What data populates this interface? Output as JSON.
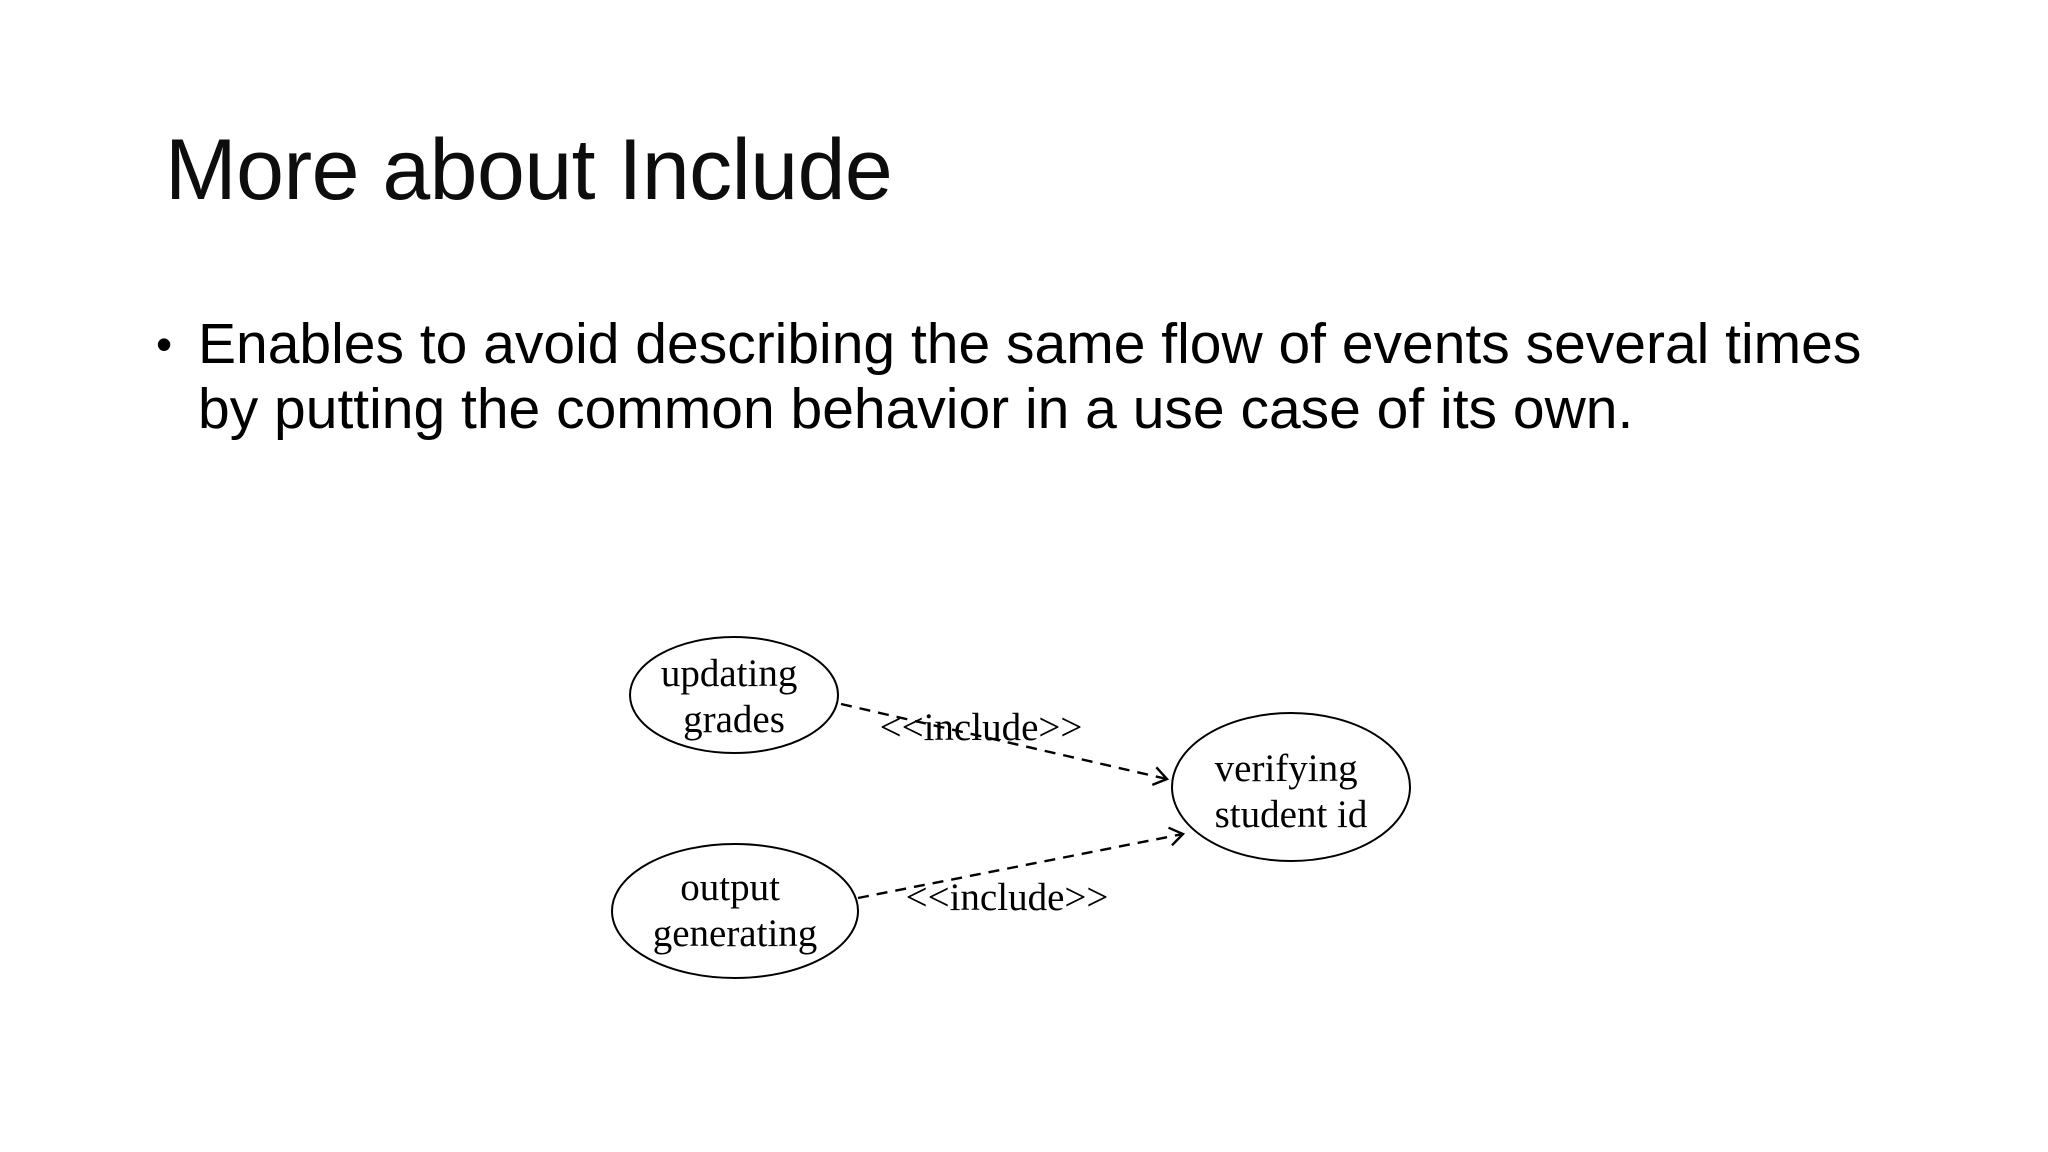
{
  "slide": {
    "title": "More about Include",
    "bullet": {
      "marker": "•",
      "text": "Enables to avoid describing the same flow of events several times by putting the common behavior in a use case of its own."
    }
  },
  "diagram": {
    "type": "uml-use-case-diagram",
    "nodes": [
      {
        "id": "updating-grades",
        "lines": [
          "updating",
          "grades"
        ]
      },
      {
        "id": "output-generating",
        "lines": [
          "output",
          "generating"
        ]
      },
      {
        "id": "verifying-student-id",
        "lines": [
          "verifying",
          "student id"
        ]
      }
    ],
    "edges": [
      {
        "from": "updating-grades",
        "to": "verifying-student-id",
        "label": "<<include>>"
      },
      {
        "from": "output-generating",
        "to": "verifying-student-id",
        "label": "<<include>>"
      }
    ]
  },
  "colors": {
    "background": "#ffffff",
    "text": "#000000",
    "diagram_stroke": "#000000"
  }
}
